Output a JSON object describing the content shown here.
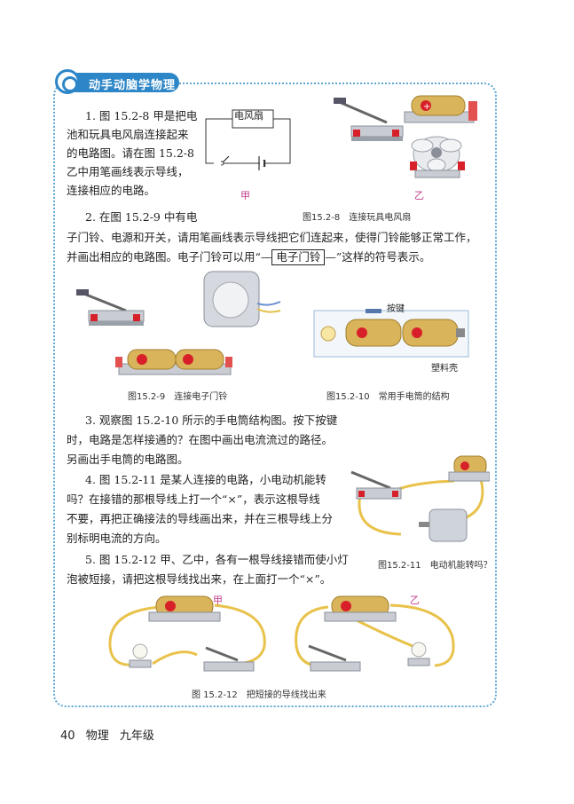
{
  "section_title": "动手动脑学物理",
  "q1": {
    "lines": [
      "1. 图 15.2-8 甲是把电",
      "池和玩具电风扇连接起来",
      "的电路图。请在图 15.2-8",
      "乙中用笔画线表示导线，",
      "连接相应的电路。"
    ],
    "fan_label": "电风扇",
    "label_jia": "甲",
    "label_yi": "乙",
    "caption": "图15.2-8　连接玩具电风扇"
  },
  "q2": {
    "line1": "2. 在图 15.2-9 中有电",
    "line2": "子门铃、电源和开关，请用笔画线表示导线把它们连起来，使得门铃能够正常工作，",
    "line3_pre": "并画出相应的电路图。电子门铃可以用“—",
    "symbol": "电子门铃",
    "line3_post": "—”这样的符号表示。",
    "caption": "图15.2-9　连接电子门铃"
  },
  "flashlight": {
    "button_label": "按键",
    "shell_label": "塑料壳",
    "caption": "图15.2-10　常用手电筒的结构"
  },
  "q3": {
    "lines": [
      "3. 观察图 15.2-10 所示的手电筒结构图。按下按键",
      "时，电路是怎样接通的？在图中画出电流流过的路径。",
      "另画出手电筒的电路图。"
    ]
  },
  "q4": {
    "lines": [
      "4. 图 15.2-11 是某人连接的电路，小电动机能转",
      "吗？在接错的那根导线上打一个“×”，表示这根导线",
      "不要，再把正确接法的导线画出来，并在三根导线上分",
      "别标明电流的方向。"
    ],
    "caption": "图15.2-11　电动机能转吗？"
  },
  "q5": {
    "lines": [
      "5. 图 15.2-12 甲、乙中，各有一根导线接错而使小灯",
      "泡被短接，请把这根导线找出来，在上面打一个“×”。"
    ],
    "label_jia": "甲",
    "label_yi": "乙",
    "caption": "图 15.2-12　把短接的导线找出来"
  },
  "footer": {
    "page_number": "40",
    "subject": "物理",
    "grade": "九年级"
  }
}
